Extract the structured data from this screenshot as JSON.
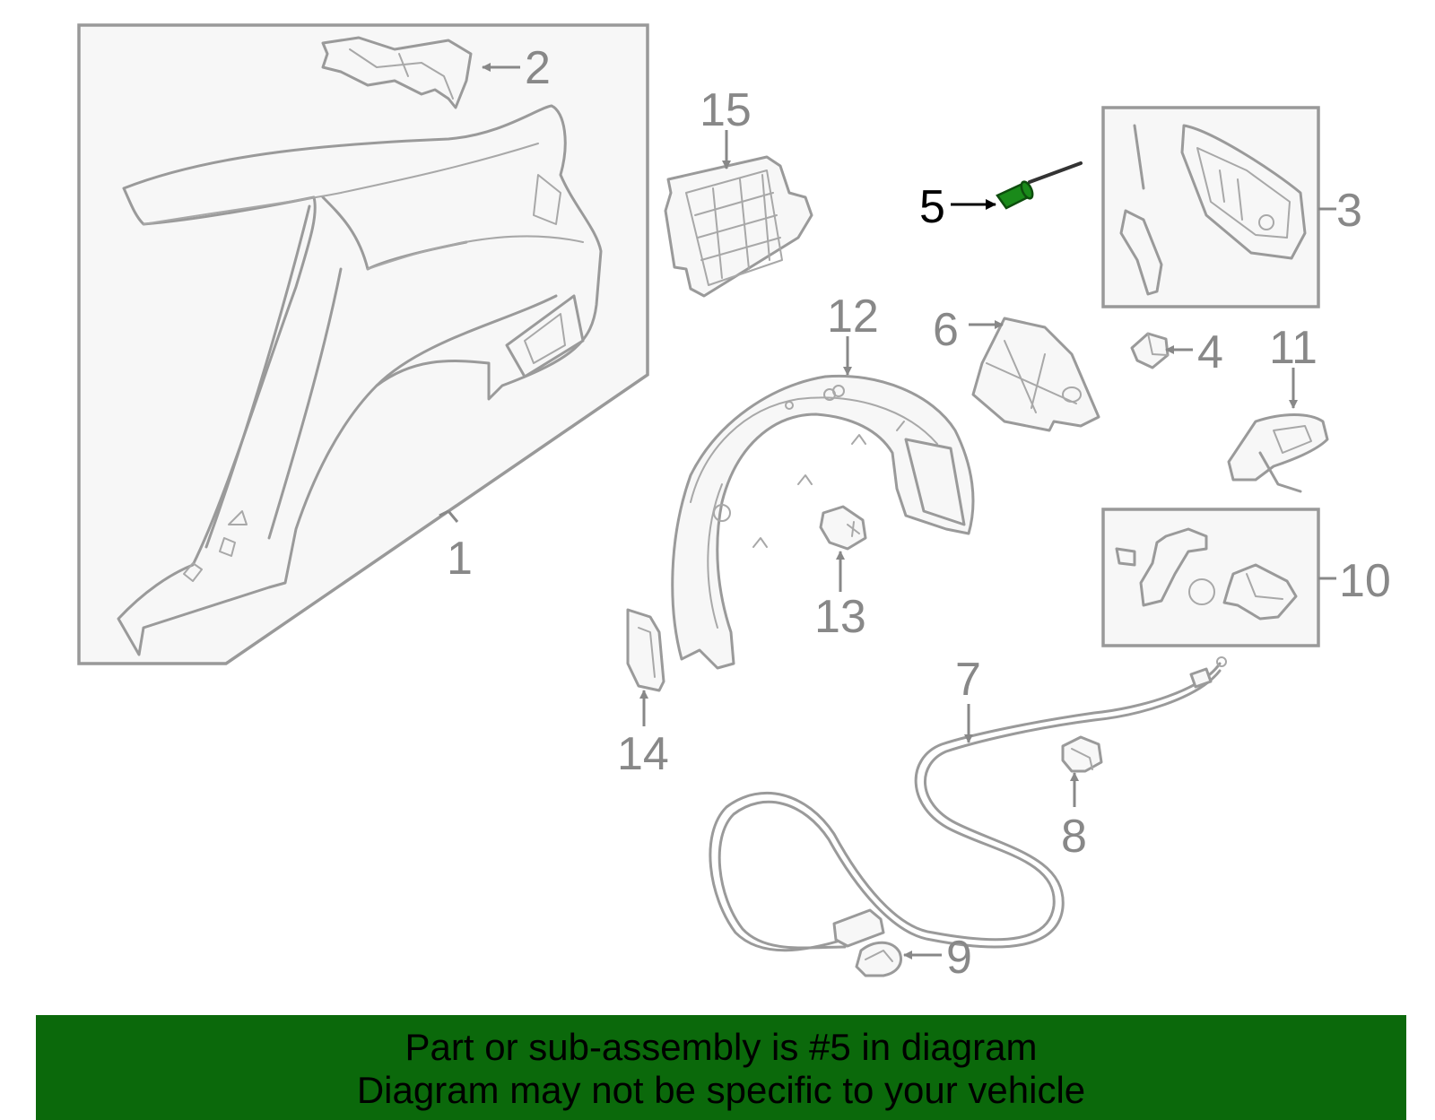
{
  "diagram": {
    "highlighted_part": "5",
    "highlight_color": "#1a8a1a",
    "callouts": [
      {
        "id": "c1",
        "label": "1"
      },
      {
        "id": "c2",
        "label": "2"
      },
      {
        "id": "c3",
        "label": "3"
      },
      {
        "id": "c4",
        "label": "4"
      },
      {
        "id": "c5",
        "label": "5"
      },
      {
        "id": "c6",
        "label": "6"
      },
      {
        "id": "c7",
        "label": "7"
      },
      {
        "id": "c8",
        "label": "8"
      },
      {
        "id": "c9",
        "label": "9"
      },
      {
        "id": "c10",
        "label": "10"
      },
      {
        "id": "c11",
        "label": "11"
      },
      {
        "id": "c12",
        "label": "12"
      },
      {
        "id": "c13",
        "label": "13"
      },
      {
        "id": "c14",
        "label": "14"
      },
      {
        "id": "c15",
        "label": "15"
      }
    ]
  },
  "banner": {
    "line1": "Part or sub-assembly is #5 in diagram",
    "line2": "Diagram may not be specific to your vehicle",
    "background": "#0b690b"
  }
}
